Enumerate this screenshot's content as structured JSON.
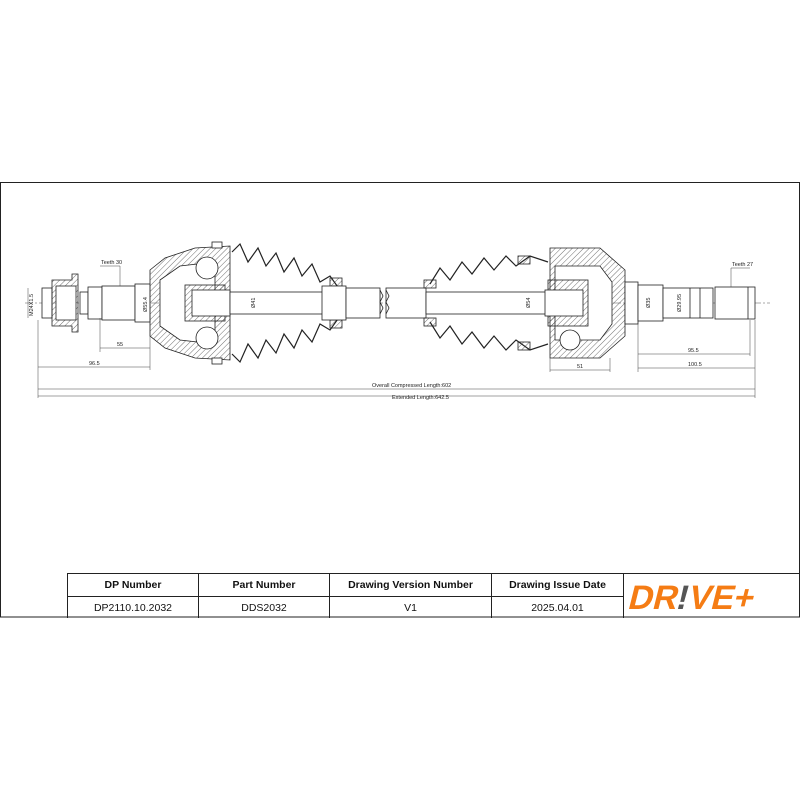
{
  "drawing": {
    "labels": {
      "thread": "M24X1.5",
      "teeth_left": "Teeth 30",
      "teeth_right": "Teeth 27",
      "dia_55": "Ø55.4",
      "dia_41": "Ø41",
      "dia_54": "Ø54",
      "dia_35": "Ø35",
      "dia_29": "Ø29.95",
      "dim_55": "55",
      "dim_96": "96.5",
      "dim_51": "51",
      "dim_95": "95.5",
      "dim_100": "100.5",
      "overall": "Overall Compressed Length:602",
      "extended": "Extended Length:642.5"
    }
  },
  "title_block": {
    "headers": [
      "DP Number",
      "Part Number",
      "Drawing Version Number",
      "Drawing Issue Date"
    ],
    "values": [
      "DP2110.10.2032",
      "DDS2032",
      "V1",
      "2025.04.01"
    ]
  },
  "logo": {
    "text": "DR!VE+",
    "color": "#f57c14",
    "accent": "#555555"
  }
}
